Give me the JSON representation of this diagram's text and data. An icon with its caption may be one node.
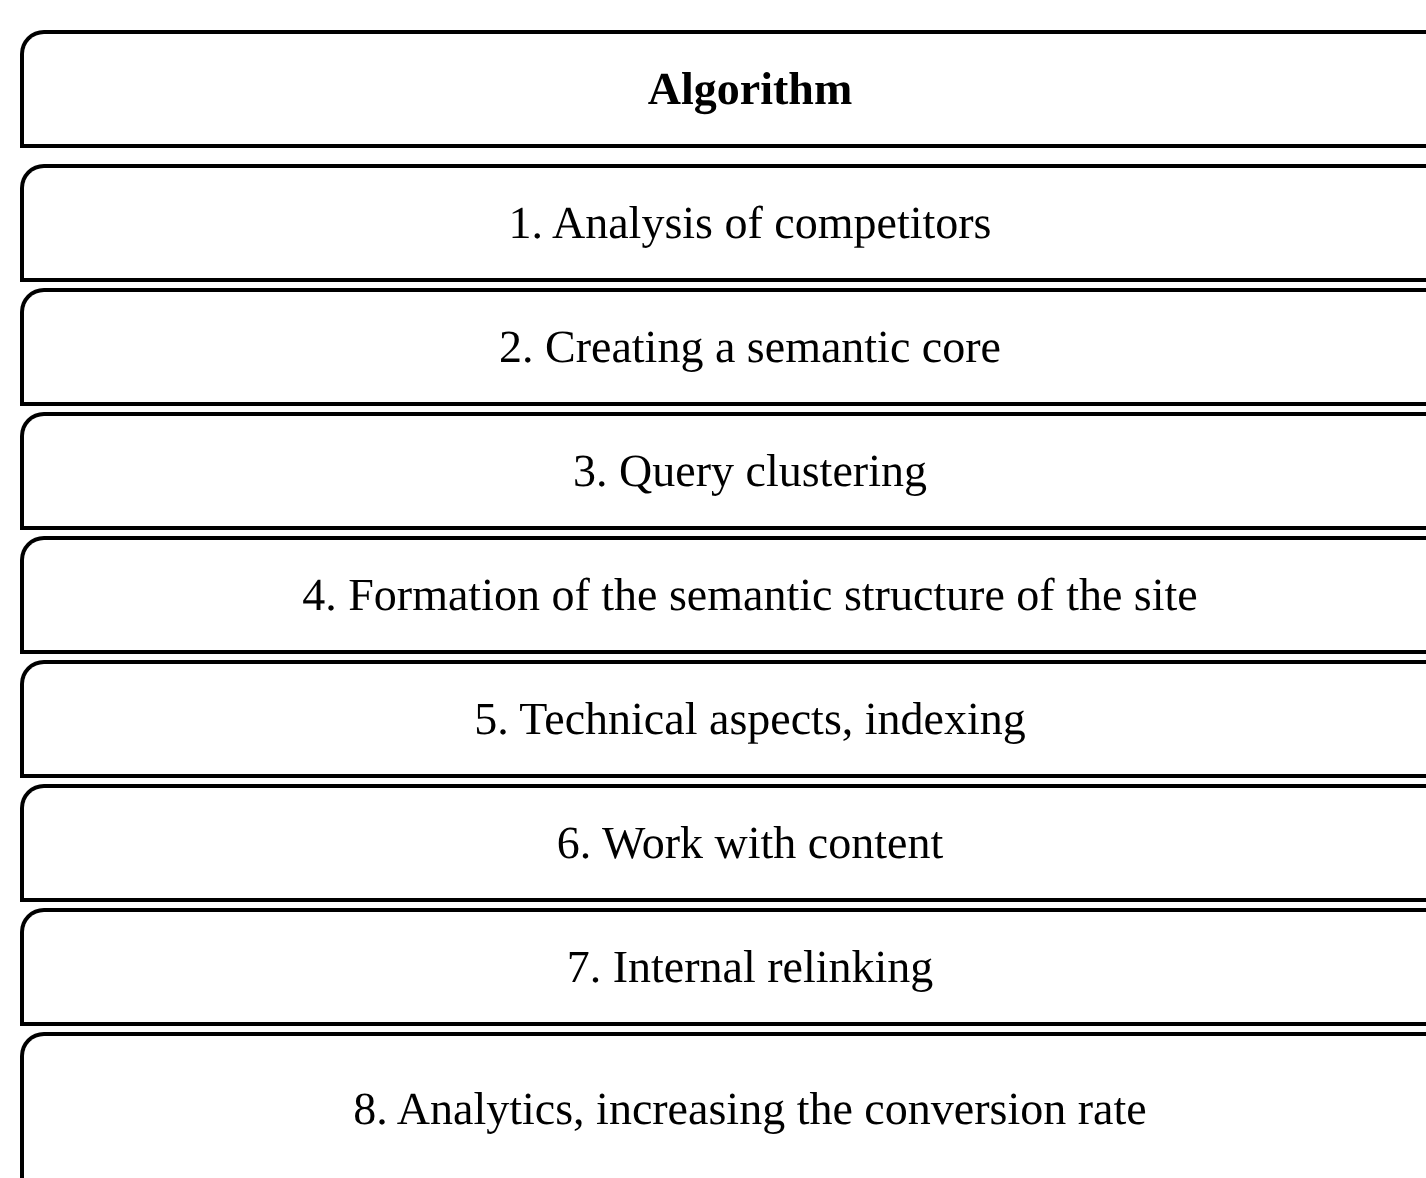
{
  "diagram": {
    "nodes": [
      {
        "text": [
          "Algorithm"
        ]
      },
      {
        "text": [
          "1. Analysis of competitors"
        ]
      },
      {
        "text": [
          "2. Creating a semantic core"
        ]
      },
      {
        "text": [
          "3. Query clustering"
        ]
      },
      {
        "text": [
          "4. Formation of the semantic structure of the site"
        ]
      },
      {
        "text": [
          "5. Technical aspects, indexing"
        ]
      },
      {
        "text": [
          "6. Work with content"
        ]
      },
      {
        "text": [
          "7. Internal relinking"
        ]
      },
      {
        "text": [
          "8. Analytics, increasing the conversion rate"
        ]
      }
    ]
  }
}
